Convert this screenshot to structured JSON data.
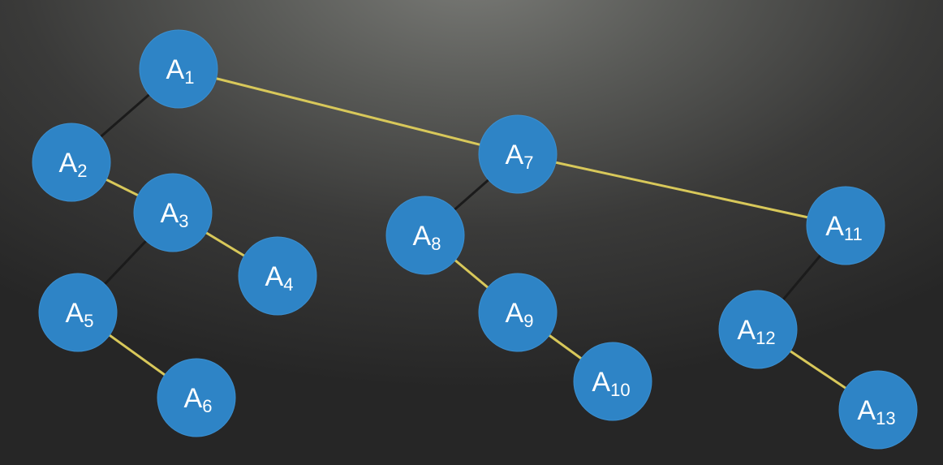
{
  "diagram": {
    "type": "binary-tree",
    "edge_colors": {
      "left": "#1b1b1b",
      "right": "#d8c85a"
    },
    "node_color": "#2e84c6",
    "nodes": [
      {
        "id": "A1",
        "letter": "A",
        "index": "1"
      },
      {
        "id": "A2",
        "letter": "A",
        "index": "2"
      },
      {
        "id": "A3",
        "letter": "A",
        "index": "3"
      },
      {
        "id": "A4",
        "letter": "A",
        "index": "4"
      },
      {
        "id": "A5",
        "letter": "A",
        "index": "5"
      },
      {
        "id": "A6",
        "letter": "A",
        "index": "6"
      },
      {
        "id": "A7",
        "letter": "A",
        "index": "7"
      },
      {
        "id": "A8",
        "letter": "A",
        "index": "8"
      },
      {
        "id": "A9",
        "letter": "A",
        "index": "9"
      },
      {
        "id": "A10",
        "letter": "A",
        "index": "10"
      },
      {
        "id": "A11",
        "letter": "A",
        "index": "11"
      },
      {
        "id": "A12",
        "letter": "A",
        "index": "12"
      },
      {
        "id": "A13",
        "letter": "A",
        "index": "13"
      }
    ],
    "edges": [
      {
        "from": "A1",
        "to": "A2",
        "side": "left"
      },
      {
        "from": "A1",
        "to": "A7",
        "side": "right"
      },
      {
        "from": "A2",
        "to": "A3",
        "side": "right"
      },
      {
        "from": "A3",
        "to": "A5",
        "side": "left"
      },
      {
        "from": "A3",
        "to": "A4",
        "side": "right"
      },
      {
        "from": "A5",
        "to": "A6",
        "side": "right"
      },
      {
        "from": "A7",
        "to": "A8",
        "side": "left"
      },
      {
        "from": "A7",
        "to": "A11",
        "side": "right"
      },
      {
        "from": "A8",
        "to": "A9",
        "side": "right"
      },
      {
        "from": "A9",
        "to": "A10",
        "side": "right"
      },
      {
        "from": "A11",
        "to": "A12",
        "side": "left"
      },
      {
        "from": "A12",
        "to": "A13",
        "side": "right"
      }
    ]
  }
}
